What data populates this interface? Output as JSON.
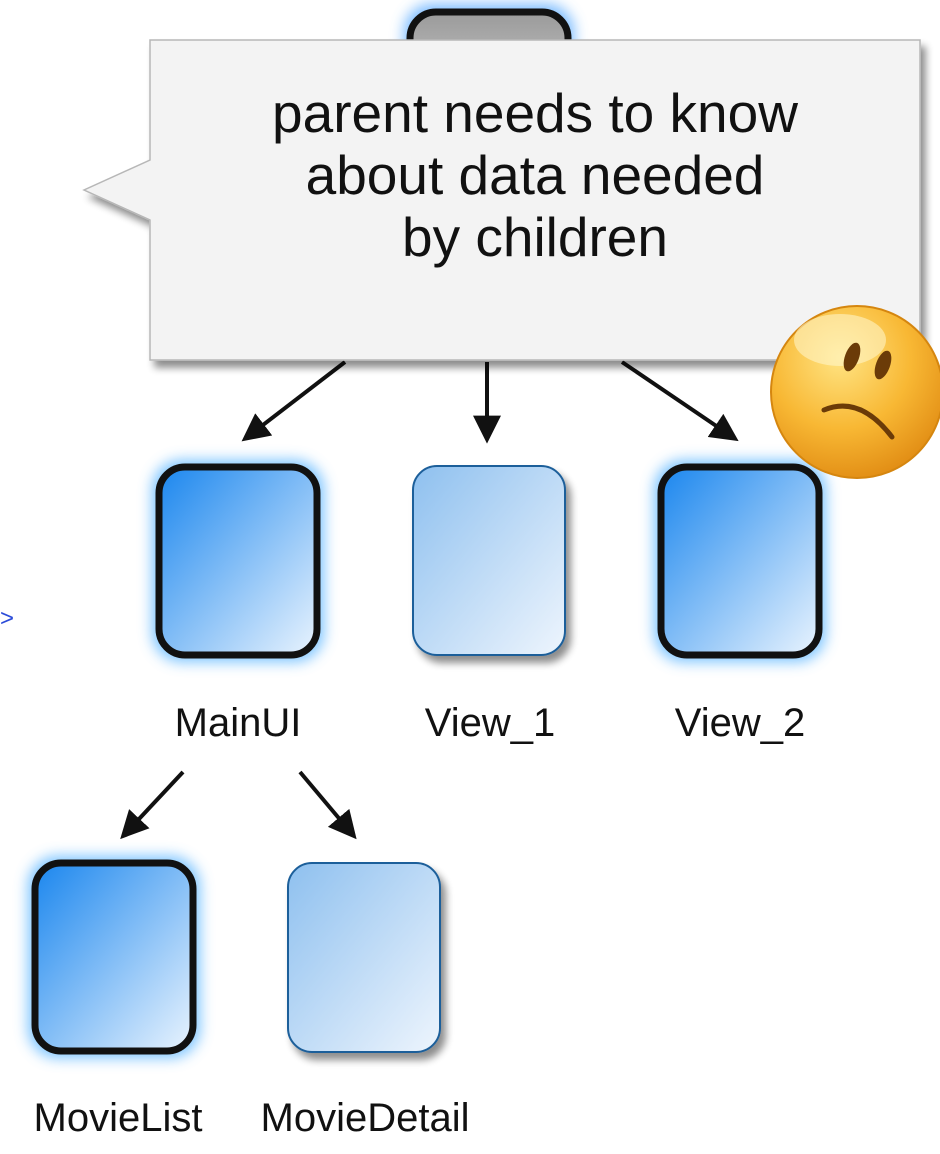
{
  "nodes": {
    "main_ui": {
      "label": "MainUI",
      "style": "selected"
    },
    "view_1": {
      "label": "View_1",
      "style": "plain"
    },
    "view_2": {
      "label": "View_2",
      "style": "selected"
    },
    "movie_list": {
      "label": "MovieList",
      "style": "selected"
    },
    "movie_detail": {
      "label": "MovieDetail",
      "style": "plain"
    }
  },
  "callout": {
    "lines": [
      "parent needs to know",
      "about data needed",
      "by children"
    ]
  },
  "emoji": {
    "icon": "sad-face-icon"
  },
  "edge_mark": ">",
  "colors": {
    "node_gradient_top": "#1f8ff0",
    "node_gradient_bottom": "#e9f3fd",
    "node_glow": "#4fb0ff",
    "plain_border": "#1e5f9a",
    "callout_fill": "#f3f3f3",
    "callout_border": "#b9b9b9",
    "emoji_fill": "#f7b52c"
  }
}
